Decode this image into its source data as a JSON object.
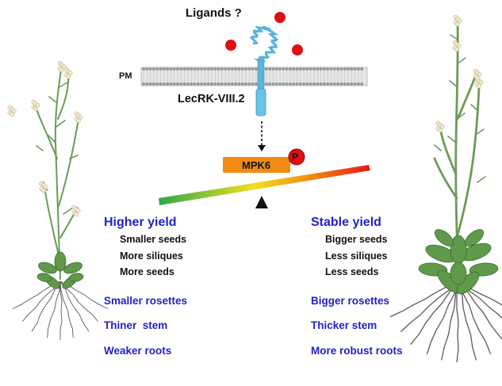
{
  "top": {
    "ligands": "Ligands ?",
    "membrane": "PM",
    "receptor": "LecRK-VIII.2",
    "kinase": "MPK6",
    "phospho": "P"
  },
  "left": {
    "heading": "Higher yield",
    "details": [
      "Smaller seeds",
      "More siliques",
      "More seeds"
    ],
    "traits": [
      "Smaller rosettes",
      "Thiner  stem",
      "Weaker roots"
    ]
  },
  "right": {
    "heading": "Stable yield",
    "details": [
      "Bigger seeds",
      "Less siliques",
      "Less seeds"
    ],
    "traits": [
      "Bigger rosettes",
      "Thicker stem",
      "More robust roots"
    ]
  },
  "colors": {
    "trait_text": "#2222c8",
    "ligand": "#e01010",
    "receptor": "#5ab4dc",
    "kinase_bar": "#f08c14",
    "phospho_circle": "#e01010",
    "leaf": "#5f9a4a",
    "scale_start": "#2ea84a",
    "scale_mid": "#f0e020",
    "scale_end": "#e81818"
  }
}
